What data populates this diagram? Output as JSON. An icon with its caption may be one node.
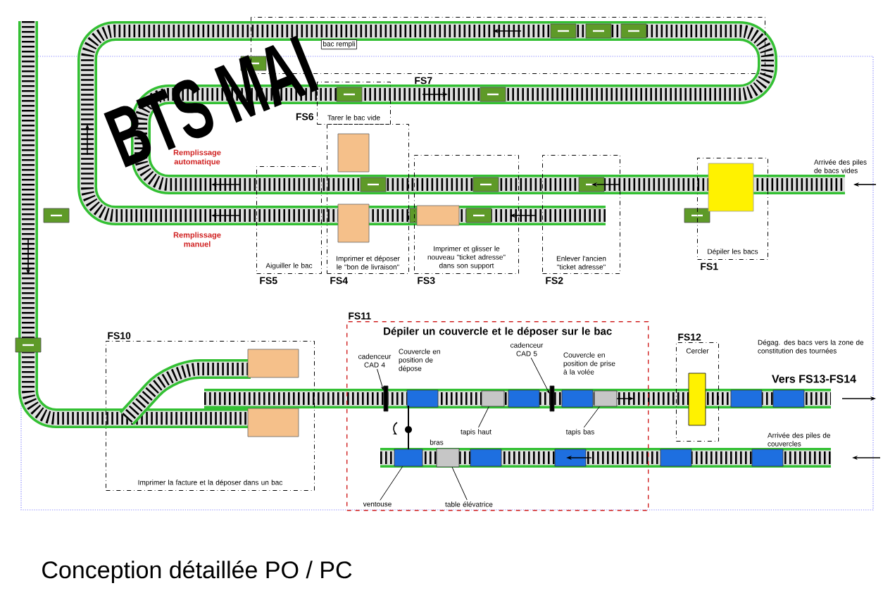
{
  "diagram": {
    "title": "BTS MAI",
    "caption": "Conception détaillée  PO / PC",
    "nodes": [
      {
        "text": [
          "bac rempli",
          "FS7"
        ]
      },
      {
        "text": [
          "FS6",
          "Tarer le bac vide"
        ]
      },
      {
        "text": [
          "Aiguiller le bac",
          "FS5"
        ]
      },
      {
        "text": [
          "Imprimer et déposer le \"bon de livraison\"",
          "FS4"
        ]
      },
      {
        "text": [
          "Imprimer et glisser le nouveau \"ticket adresse\" dans son support",
          "FS3"
        ]
      },
      {
        "text": [
          "Enlever l'ancien \"ticket adresse\"",
          "FS2"
        ]
      },
      {
        "text": [
          "Dépiler les bacs",
          "FS1"
        ]
      },
      {
        "text": [
          "FS10",
          "Imprimer la facture et la déposer dans un bac"
        ]
      },
      {
        "text": [
          "FS11",
          "Dépiler un couvercle et le déposer sur le bac"
        ]
      },
      {
        "text": [
          "FS12",
          "Cercler"
        ]
      },
      {
        "text": [
          "cadenceur CAD 4"
        ],
        "in": 8
      },
      {
        "text": [
          "cadenceur CAD 5"
        ],
        "in": 8
      },
      {
        "text": [
          "tapis haut"
        ],
        "in": 8
      },
      {
        "text": [
          "tapis bas"
        ],
        "in": 8
      },
      {
        "text": [
          "ventouse"
        ],
        "in": 8
      },
      {
        "text": [
          "table élévatrice"
        ],
        "in": 8
      },
      {
        "text": [],
        "shape": "bar",
        "in": 8
      },
      {
        "text": [],
        "shape": "box",
        "in": 8
      },
      {
        "text": [],
        "shape": "box",
        "in": 8
      },
      {
        "text": [],
        "shape": "box",
        "in": 8
      },
      {
        "text": [],
        "shape": "bar",
        "in": 8
      },
      {
        "text": [],
        "shape": "box",
        "in": 8
      }
    ],
    "edges": [
      {
        "from": 10,
        "to": 16,
        "arrow": "to"
      },
      {
        "from": 11,
        "to": 20,
        "arrow": "to"
      },
      {
        "from": 12,
        "to": 19,
        "arrow": "none"
      },
      {
        "from": 13,
        "to": 21,
        "arrow": "none"
      },
      {
        "from": 14,
        "to": 17,
        "arrow": "none"
      },
      {
        "from": 15,
        "to": 18,
        "arrow": "none"
      }
    ],
    "labels": [
      "Remplissage automatique",
      "Arrivée des piles de bacs vides",
      "Remplissage manuel",
      "Couvercle en position de dépose",
      "Couvercle en position de prise à la volée",
      "Dégag. des bacs vers la zone de constitution des tournées",
      "Vers FS13-FS14",
      "bras",
      "Arrivée des piles de couvercles"
    ]
  }
}
